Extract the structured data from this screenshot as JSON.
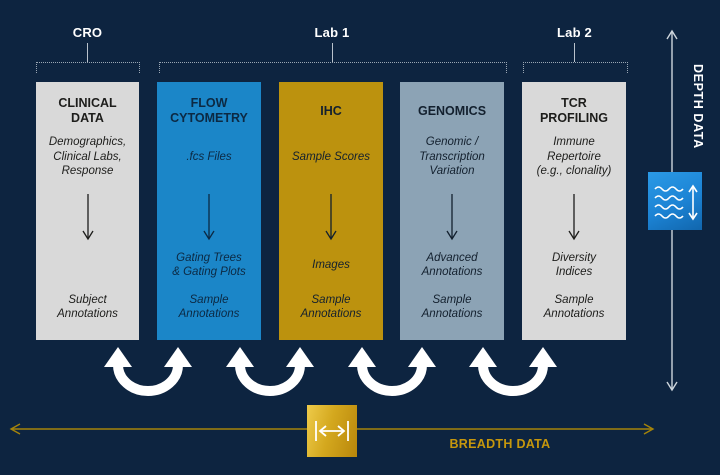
{
  "colors": {
    "background": "#0d2440",
    "bracket": "#9aa7b4",
    "depth_arrow": "#cdd5dc",
    "curved_arrow": "#ffffff",
    "breadth_gold": "#c6970d",
    "breadth_line": "#a5840a",
    "depth_icon_blue": "#1c83d4",
    "breadth_icon_gold": "#d4a81e"
  },
  "groups": [
    {
      "label": "CRO"
    },
    {
      "label": "Lab 1"
    },
    {
      "label": "Lab 2"
    }
  ],
  "columns": [
    {
      "title": "CLINICAL\nDATA",
      "subtitle": "Demographics,\nClinical Labs,\nResponse",
      "mid": "",
      "bottom": "Subject\nAnnotations",
      "bg": "#d9d9d9",
      "text_color": "#1d1d1b"
    },
    {
      "title": "FLOW\nCYTOMETRY",
      "subtitle": ".fcs Files",
      "mid": "Gating Trees\n& Gating Plots",
      "bottom": "Sample\nAnnotations",
      "bg": "#1b86c8",
      "text_color": "#0c2943"
    },
    {
      "title": "IHC",
      "subtitle": "Sample Scores",
      "mid": "Images",
      "bottom": "Sample\nAnnotations",
      "bg": "#bc920e",
      "text_color": "#13202e"
    },
    {
      "title": "GENOMICS",
      "subtitle": "Genomic /\nTranscription\nVariation",
      "mid": "Advanced\nAnnotations",
      "bottom": "Sample\nAnnotations",
      "bg": "#8ca3b5",
      "text_color": "#13202e"
    },
    {
      "title": "TCR\nPROFILING",
      "subtitle": "Immune\nRepertoire\n(e.g., clonality)",
      "mid": "Diversity\nIndices",
      "bottom": "Sample\nAnnotations",
      "bg": "#d9d9d9",
      "text_color": "#1d1d1b"
    }
  ],
  "axes": {
    "depth_label": "DEPTH DATA",
    "breadth_label": "BREADTH DATA"
  },
  "icons": {
    "depth_gauge": "waves-with-vertical-double-arrow",
    "breadth_width": "horizontal-double-arrow-between-bars",
    "exchange": "curved-double-headed-arrow"
  }
}
